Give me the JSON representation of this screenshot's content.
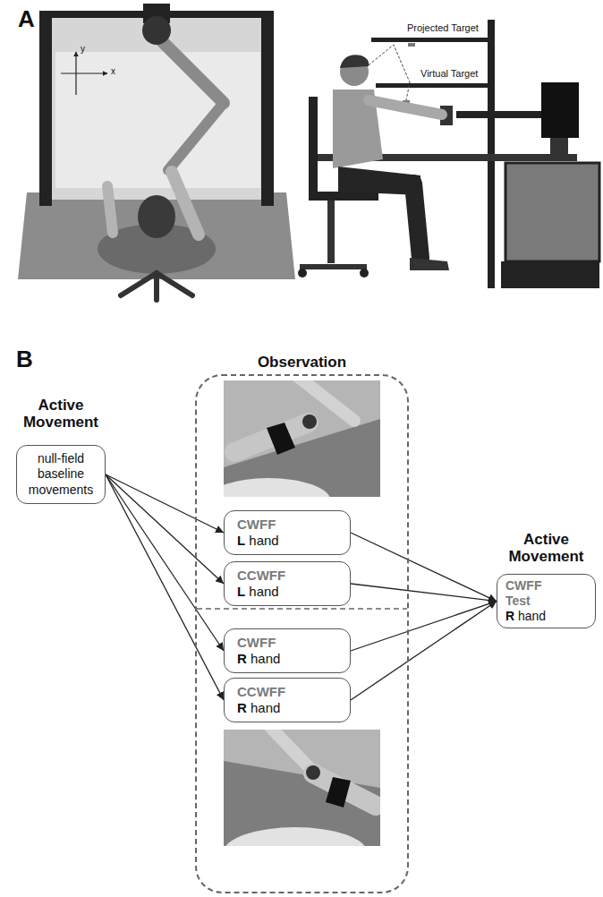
{
  "diagram": {
    "nodes": [
      {
        "text": [
          "Active Movement",
          "null-field baseline movements"
        ]
      },
      {
        "text": [
          "Observation"
        ]
      },
      {
        "text": [
          "CWFF",
          "L hand"
        ],
        "in": 1
      },
      {
        "text": [
          "CCWFF",
          "L hand"
        ],
        "in": 1
      },
      {
        "text": [
          "CWFF",
          "R hand"
        ],
        "in": 1
      },
      {
        "text": [
          "CCWFF",
          "R hand"
        ],
        "in": 1
      },
      {
        "text": [
          "Active Movement",
          "CWFF Test",
          "R hand"
        ]
      }
    ],
    "edges": [
      {
        "from": 0,
        "to": 2,
        "arrow": "to"
      },
      {
        "from": 0,
        "to": 3,
        "arrow": "to"
      },
      {
        "from": 0,
        "to": 4,
        "arrow": "to"
      },
      {
        "from": 0,
        "to": 5,
        "arrow": "to"
      },
      {
        "from": 2,
        "to": 6,
        "arrow": "to"
      },
      {
        "from": 3,
        "to": 6,
        "arrow": "to"
      },
      {
        "from": 4,
        "to": 6,
        "arrow": "to"
      },
      {
        "from": 5,
        "to": 6,
        "arrow": "to"
      }
    ],
    "labels": [
      "A",
      "Projected Target",
      "Virtual Target",
      "y",
      "x",
      "B"
    ]
  }
}
